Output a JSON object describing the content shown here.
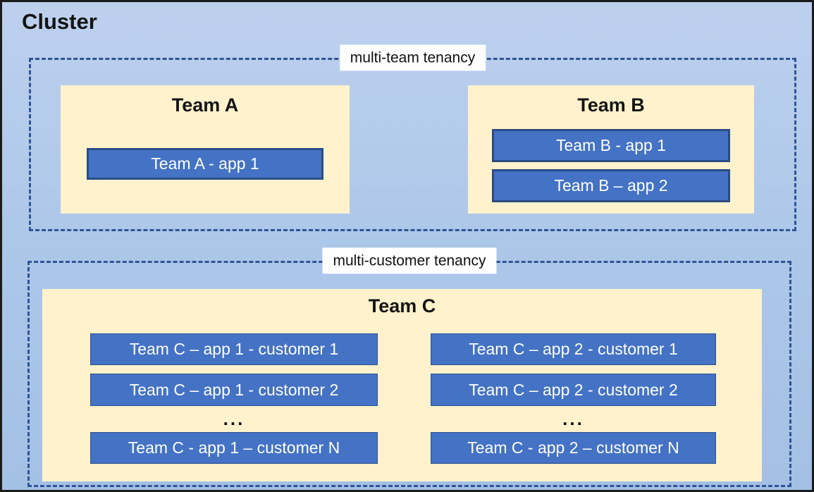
{
  "cluster": {
    "title": "Cluster"
  },
  "zones": [
    {
      "label": "multi-team tenancy",
      "teams": [
        {
          "name": "Team A",
          "apps": [
            "Team A - app 1"
          ]
        },
        {
          "name": "Team B",
          "apps": [
            "Team B - app 1",
            "Team B – app 2"
          ]
        }
      ]
    },
    {
      "label": "multi-customer tenancy",
      "teams": [
        {
          "name": "Team C",
          "columns": [
            {
              "rows": [
                "Team C – app 1 - customer 1",
                "Team C – app 1 - customer 2"
              ],
              "ellipsis": "...",
              "last_row": "Team C - app 1 – customer N"
            },
            {
              "rows": [
                "Team C – app 2 - customer 1",
                "Team C – app 2 - customer 2"
              ],
              "ellipsis": "...",
              "last_row": "Team C - app 2 – customer N"
            }
          ]
        }
      ]
    }
  ],
  "colors": {
    "cluster_bg_top": "#bdd0ee",
    "cluster_bg_bottom": "#a4c0e4",
    "cluster_border": "#1b1b1b",
    "dashed_zone_border": "#2f5496",
    "team_box_bg": "#fff2cc",
    "app_box_fill": "#4472c4",
    "app_box_border": "#2b4c85",
    "app_box_text": "#ffffff",
    "zone_label_bg": "#ffffff",
    "title_text": "#141414"
  }
}
